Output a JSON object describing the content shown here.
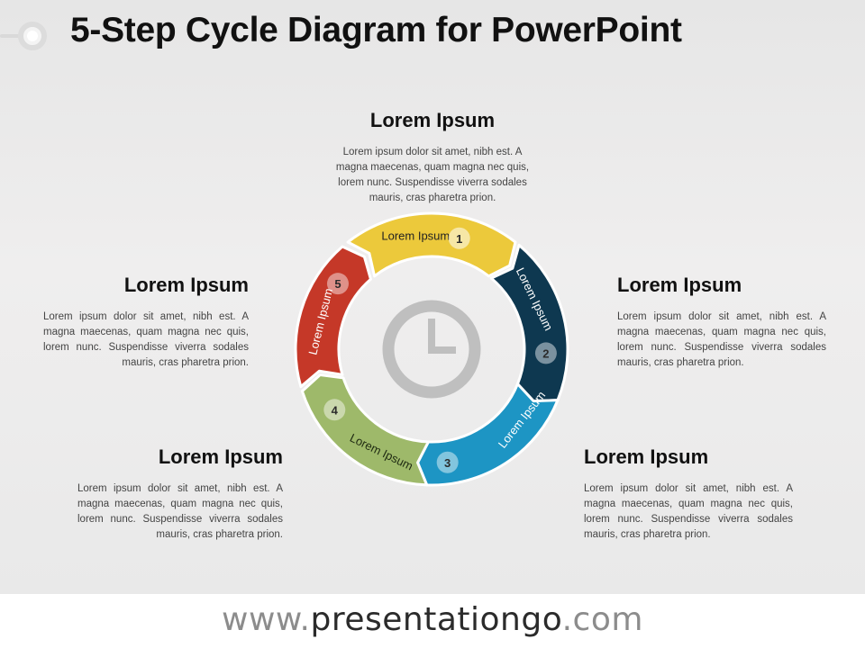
{
  "title": "5-Step Cycle Diagram for PowerPoint",
  "footer": {
    "prefix": "www.",
    "main": "presentationgo",
    "suffix": ".com"
  },
  "colors": {
    "step1": "#ecc93b",
    "step2": "#0e3850",
    "step3": "#1d95c4",
    "step4": "#9eb96a",
    "step5": "#c53828",
    "clock": "#bfbfbf"
  },
  "steps": [
    {
      "number": "1",
      "label": "Lorem Ipsum",
      "color_key": "step1"
    },
    {
      "number": "2",
      "label": "Lorem Ipsum",
      "color_key": "step2"
    },
    {
      "number": "3",
      "label": "Lorem Ipsum",
      "color_key": "step3"
    },
    {
      "number": "4",
      "label": "Lorem Ipsum",
      "color_key": "step4"
    },
    {
      "number": "5",
      "label": "Lorem Ipsum",
      "color_key": "step5"
    }
  ],
  "center_icon": "clock-icon",
  "blocks": {
    "top": {
      "heading": "Lorem Ipsum",
      "text": "Lorem ipsum dolor sit amet, nibh est. A magna maecenas, quam magna nec quis, lorem nunc. Suspendisse viverra sodales mauris, cras pharetra prion."
    },
    "right_upper": {
      "heading": "Lorem Ipsum",
      "text": "Lorem ipsum dolor sit amet, nibh est. A magna maecenas, quam magna nec quis, lorem nunc. Suspendisse viverra sodales mauris, cras pharetra prion."
    },
    "right_lower": {
      "heading": "Lorem Ipsum",
      "text": "Lorem ipsum dolor sit amet, nibh est. A magna maecenas, quam magna nec quis, lorem nunc. Suspendisse viverra sodales mauris, cras pharetra prion."
    },
    "left_lower": {
      "heading": "Lorem Ipsum",
      "text": "Lorem ipsum dolor sit amet, nibh est. A magna maecenas, quam magna nec quis, lorem nunc. Suspendisse viverra sodales mauris, cras pharetra prion."
    },
    "left_upper": {
      "heading": "Lorem Ipsum",
      "text": "Lorem ipsum dolor sit amet, nibh est. A magna maecenas, quam magna nec quis, lorem nunc. Suspendisse viverra sodales mauris, cras pharetra prion."
    }
  }
}
